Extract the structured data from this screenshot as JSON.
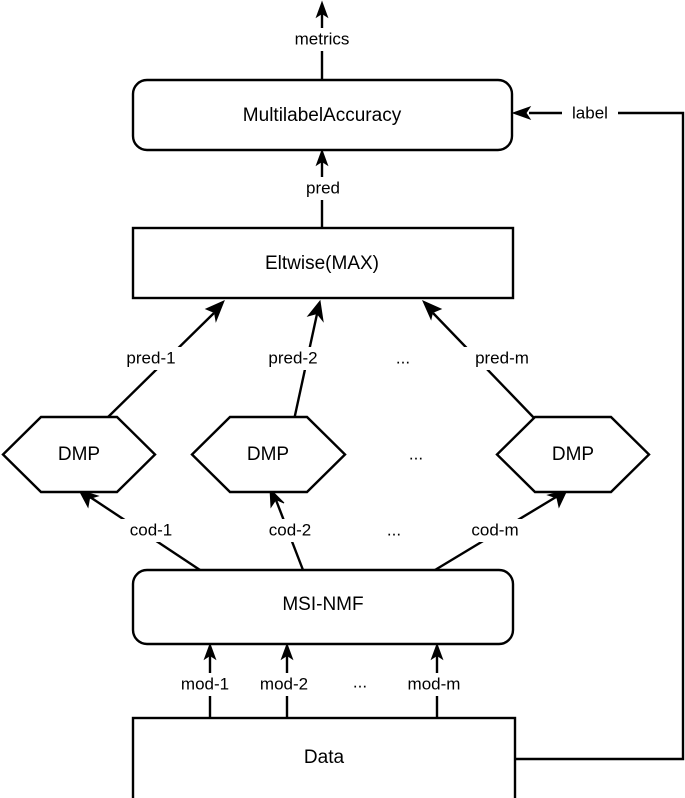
{
  "diagram": {
    "title": "MSI-NMF multi-modal multi-label prediction pipeline",
    "background_color": "#ffffff",
    "line_color": "#000000",
    "nodes": [
      {
        "id": "metrics-out",
        "label": "metrics",
        "shape": "none"
      },
      {
        "id": "multilabel",
        "label": "MultilabelAccuracy",
        "shape": "rounded-rect"
      },
      {
        "id": "eltwise",
        "label": "Eltwise(MAX)",
        "shape": "rect"
      },
      {
        "id": "dmp-1",
        "label": "DMP",
        "shape": "hexagon"
      },
      {
        "id": "dmp-2",
        "label": "DMP",
        "shape": "hexagon"
      },
      {
        "id": "dmp-m",
        "label": "DMP",
        "shape": "hexagon"
      },
      {
        "id": "msi-nmf",
        "label": "MSI-NMF",
        "shape": "rounded-rect"
      },
      {
        "id": "data",
        "label": "Data",
        "shape": "rect"
      }
    ],
    "edge_labels": {
      "metrics": "metrics",
      "pred": "pred",
      "label": "label",
      "pred_1": "pred-1",
      "pred_2": "pred-2",
      "pred_m": "pred-m",
      "cod_1": "cod-1",
      "cod_2": "cod-2",
      "cod_m": "cod-m",
      "mod_1": "mod-1",
      "mod_2": "mod-2",
      "mod_m": "mod-m"
    },
    "ellipses": {
      "pred_row": "...",
      "dmp_row": "...",
      "cod_row": "...",
      "mod_row": "..."
    }
  }
}
